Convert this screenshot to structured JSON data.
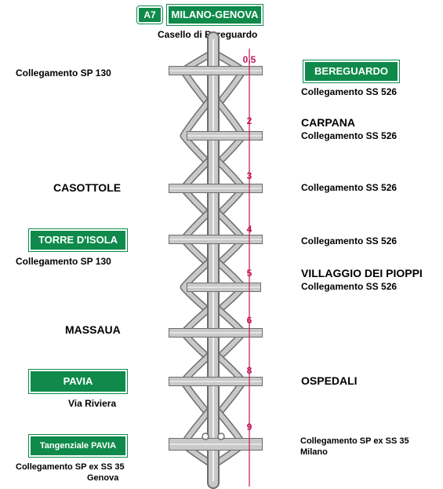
{
  "header": {
    "motorway_badge": "A7",
    "motorway_name": "MILANO-GENOVA",
    "toll_station": "Casello di Bereguardo"
  },
  "km_markers": [
    "0,5",
    "2",
    "3",
    "4",
    "5",
    "6",
    "8",
    "9"
  ],
  "left_labels": {
    "row1": "Collegamento SP 130",
    "row3": "CASOTTOLE",
    "row4_sign": "TORRE D'ISOLA",
    "row4_sub": "Collegamento SP 130",
    "row6": "MASSAUA",
    "row7_sign": "PAVIA",
    "row7_sub": "Via Riviera",
    "row8_sign": "Tangenziale PAVIA",
    "row8_sub1": "Collegamento SP ex SS 35",
    "row8_sub2": "Genova"
  },
  "right_labels": {
    "row1_sign": "BEREGUARDO",
    "row1_sub": "Collegamento SS 526",
    "row2_name": "CARPANA",
    "row2_sub": "Collegamento SS 526",
    "row3": "Collegamento SS 526",
    "row4": "Collegamento SS 526",
    "row5_name": "VILLAGGIO DEI PIOPPI",
    "row5_sub": "Collegamento SS 526",
    "row7": "OSPEDALI",
    "row8_sub1": "Collegamento SP ex SS 35",
    "row8_sub2": "Milano"
  },
  "colors": {
    "road": "#c9c9c9",
    "road_edge": "#6d6d6d",
    "sign_green": "#0f8a4b",
    "km_line": "#c2185b"
  }
}
